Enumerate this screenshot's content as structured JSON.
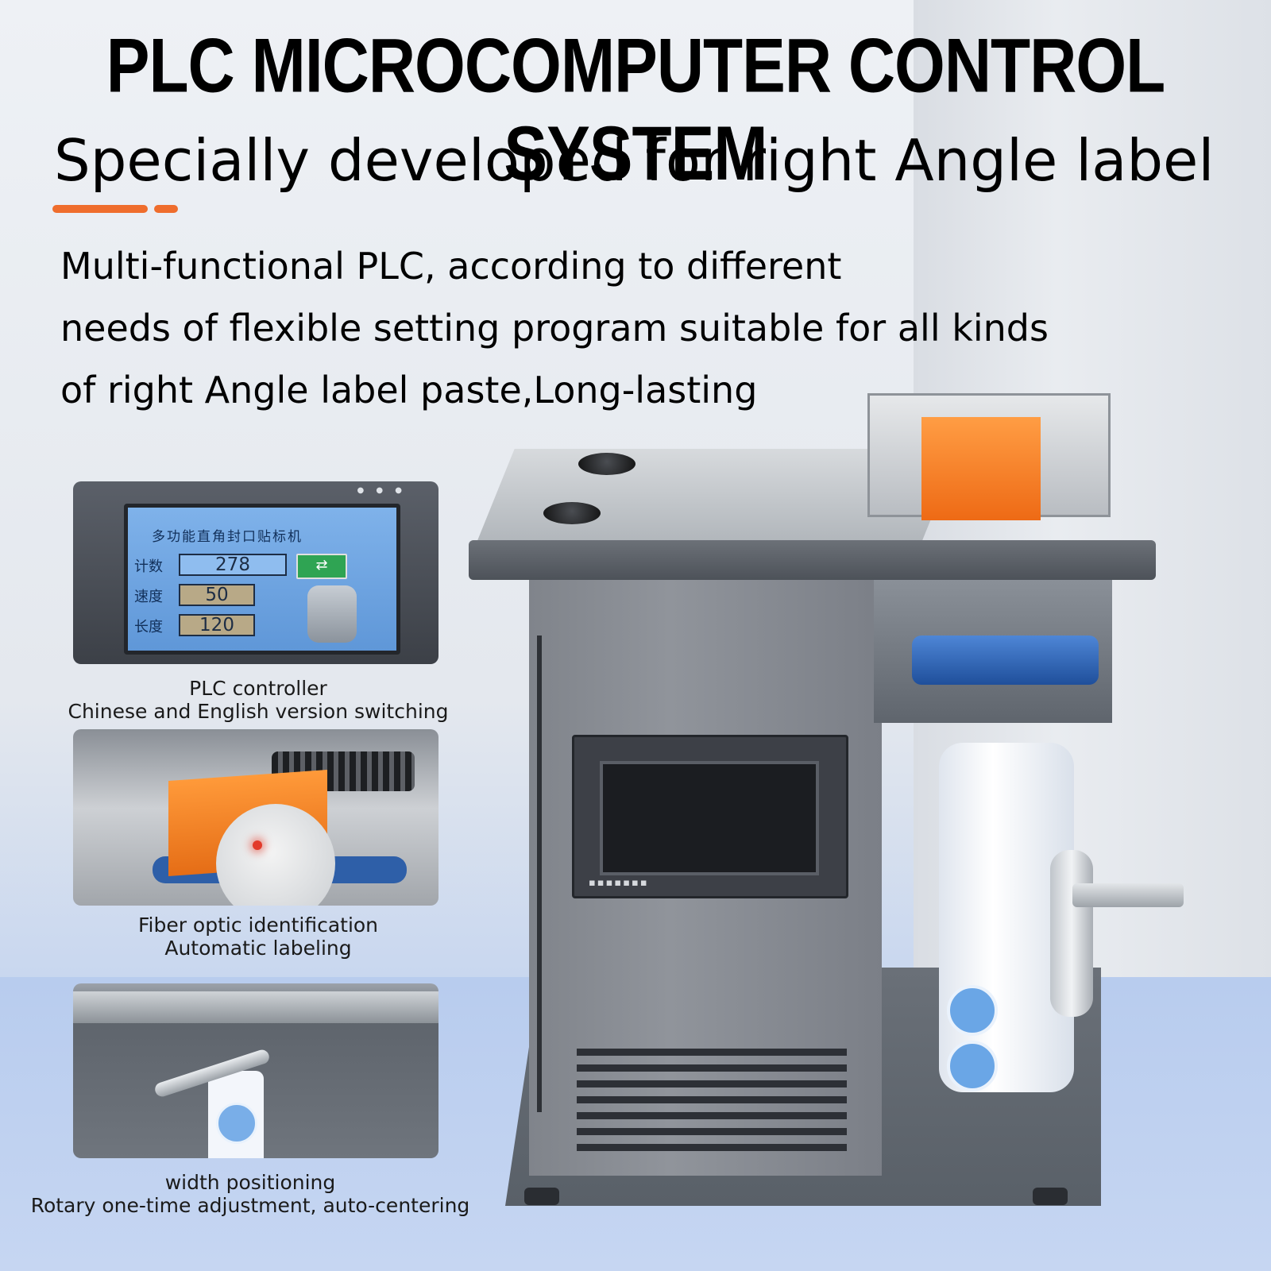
{
  "headline": "PLC MICROCOMPUTER CONTROL SYSTEM",
  "subtitle": "Specially developed for right Angle label",
  "accent_color": "#ef6d2d",
  "description_lines": [
    "Multi-functional PLC, according to different",
    "needs of flexible setting program suitable for all kinds",
    "of right Angle label paste,Long-lasting"
  ],
  "features": [
    {
      "caption_line1": "PLC controller",
      "caption_line2": "Chinese and English version switching"
    },
    {
      "caption_line1": "Fiber optic identification",
      "caption_line2": "Automatic labeling"
    },
    {
      "caption_line1": "width positioning",
      "caption_line2": "Rotary one-time adjustment, auto-centering"
    }
  ],
  "plc_screen": {
    "title": "多功能直角封口贴标机",
    "count_label": "计数",
    "count_value": "278",
    "speed_label": "速度",
    "speed_value": "50",
    "length_label": "长度",
    "length_value": "120"
  }
}
